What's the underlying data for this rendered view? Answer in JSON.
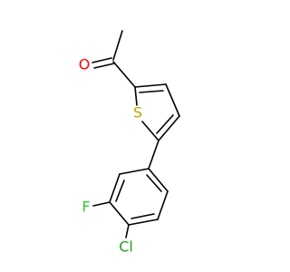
{
  "molecule": {
    "atoms": {
      "oxygen": {
        "symbol": "O",
        "color": "#ff0000"
      },
      "sulfur": {
        "symbol": "S",
        "color": "#b8a300"
      },
      "fluorine": {
        "symbol": "F",
        "color": "#33cc33"
      },
      "chlorine": {
        "symbol": "Cl",
        "color": "#1fa01f"
      }
    },
    "bond_color": "#000000",
    "background": "#ffffff"
  }
}
